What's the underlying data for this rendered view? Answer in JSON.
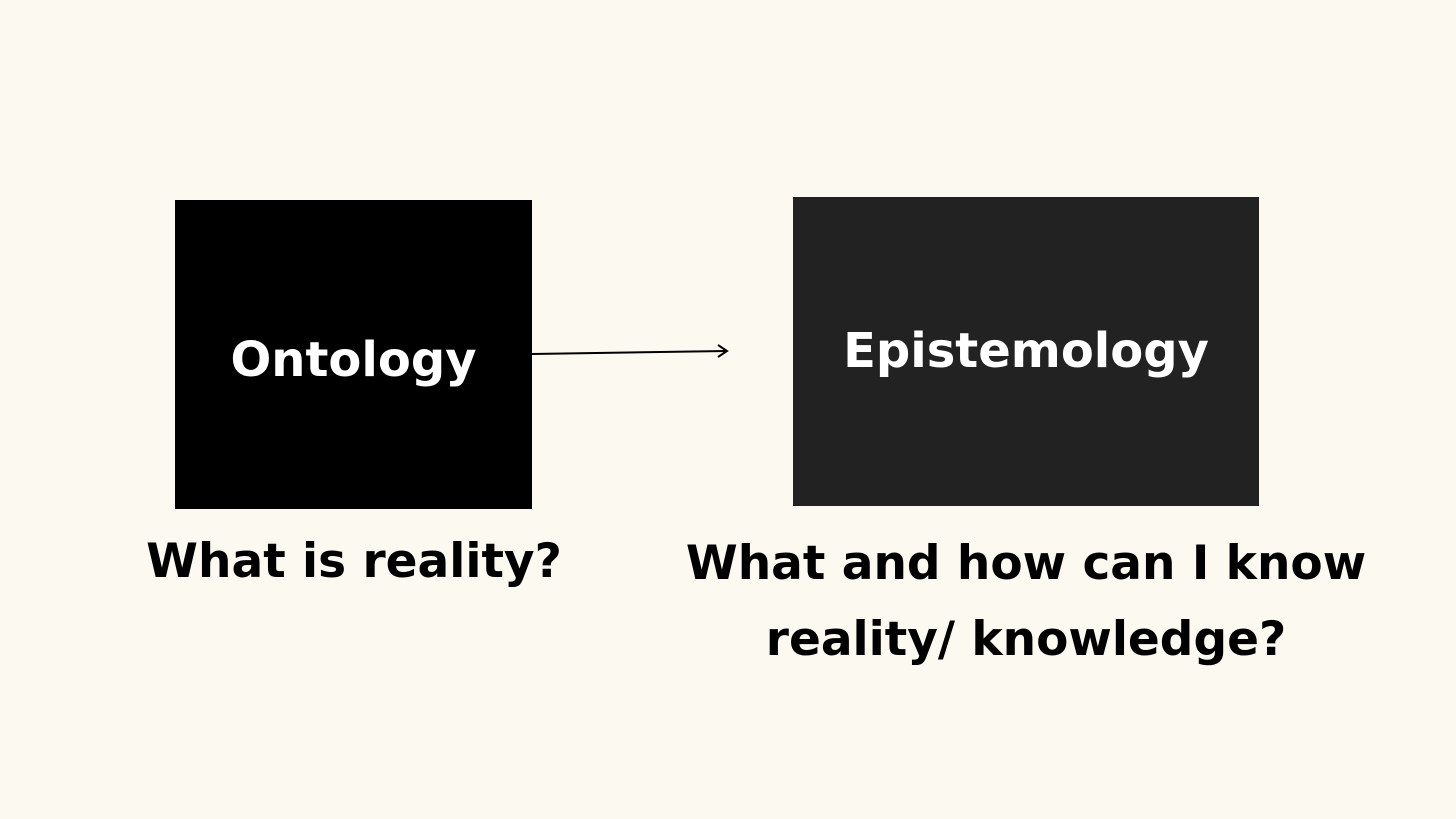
{
  "diagram": {
    "nodes": [
      {
        "id": "ontology",
        "label": "Ontology",
        "question_lines": [
          "What is reality?"
        ],
        "fill": "#000000"
      },
      {
        "id": "epistemology",
        "label": "Epistemology",
        "question_lines": [
          "What and how can I know",
          "reality/ knowledge?"
        ],
        "fill": "#222222"
      }
    ],
    "edges": [
      {
        "from": "ontology",
        "to": "epistemology",
        "style": "arrow"
      }
    ],
    "colors": {
      "background": "#fcf9f1",
      "text": "#000000",
      "box_text": "#ffffff"
    }
  }
}
